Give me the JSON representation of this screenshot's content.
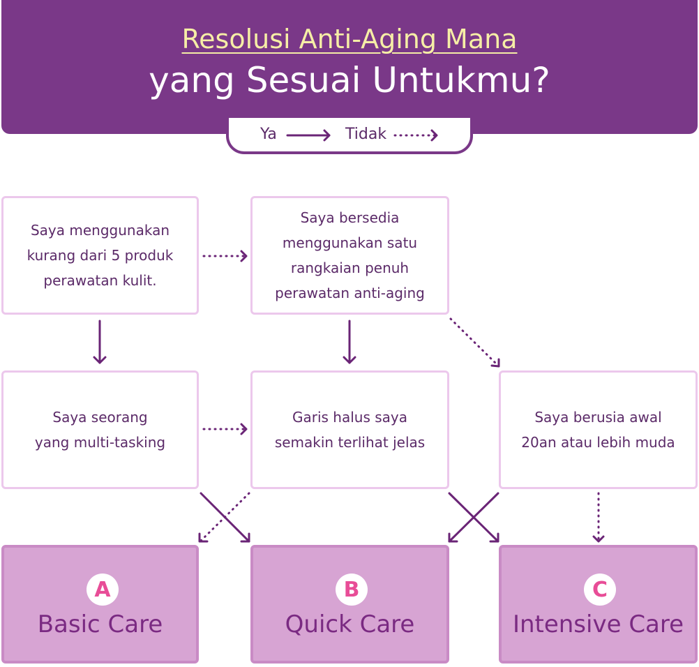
{
  "header": {
    "title_line1": "Resolusi Anti-Aging Mana",
    "title_line2": "yang Sesuai Untukmu?"
  },
  "legend": {
    "yes_label": "Ya",
    "no_label": "Tidak"
  },
  "questions": {
    "q1": "Saya menggunakan\nkurang dari 5 produk\nperawatan kulit.",
    "q2": "Saya bersedia\nmenggunakan satu\nrangkaian penuh\nperawatan anti-aging",
    "q3": "Saya seorang\nyang multi-tasking",
    "q4": "Garis halus saya\nsemakin terlihat jelas",
    "q5": "Saya berusia awal\n20an atau lebih muda"
  },
  "results": {
    "a": {
      "letter": "A",
      "label": "Basic Care"
    },
    "b": {
      "letter": "B",
      "label": "Quick Care"
    },
    "c": {
      "letter": "C",
      "label": "Intensive Care"
    }
  },
  "colors": {
    "header_bg": "#7a3888",
    "title_accent": "#f6eea6",
    "box_border": "#ecc8ec",
    "result_bg": "#d7a4d3",
    "result_text": "#7a2a82",
    "badge_letter": "#e84d97",
    "arrow": "#6a2476"
  }
}
